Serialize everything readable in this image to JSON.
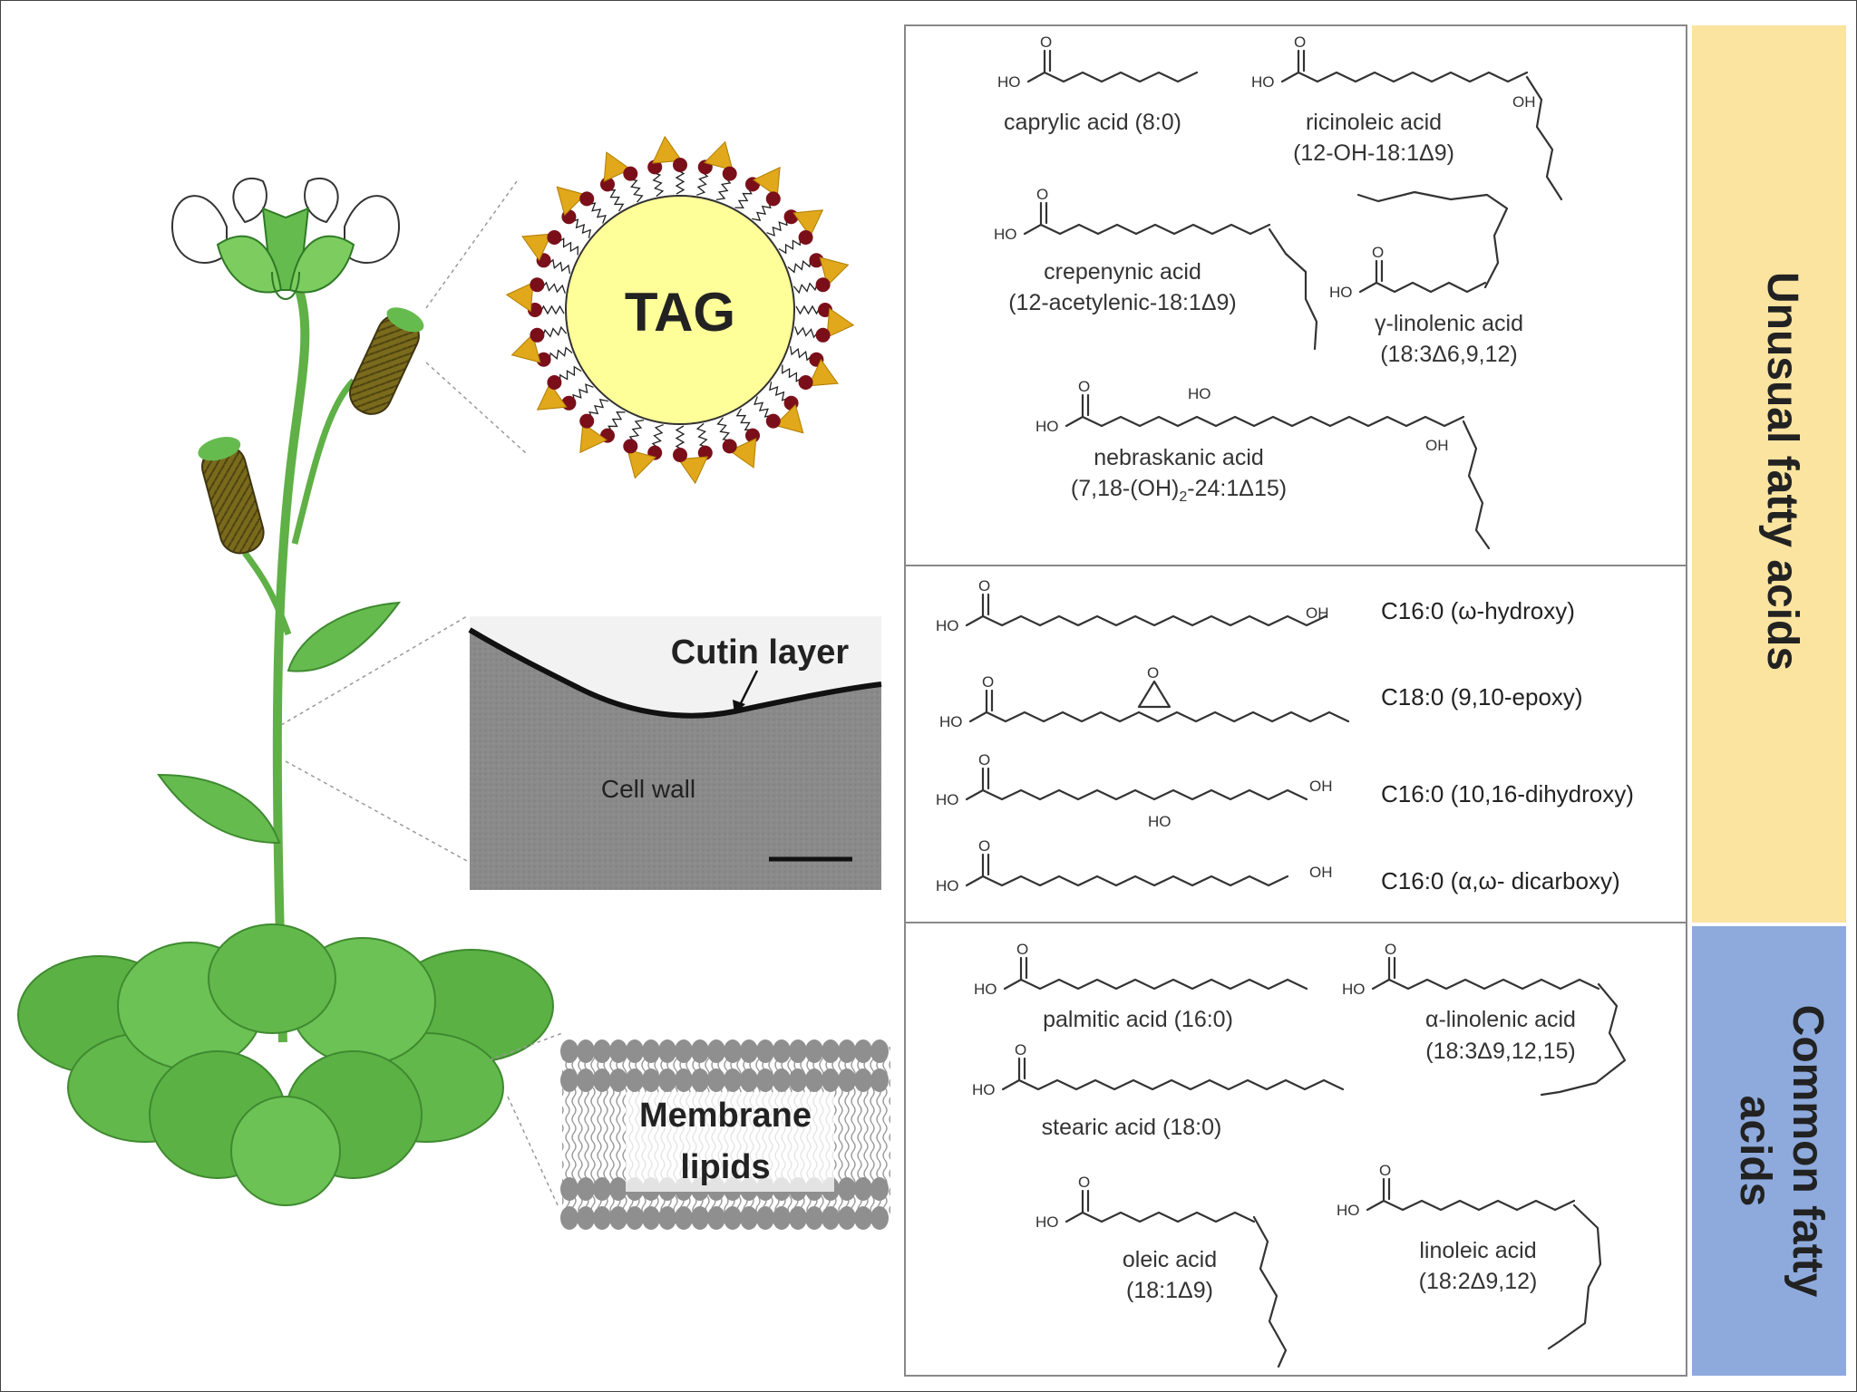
{
  "panels": {
    "tag": {
      "label": "TAG"
    },
    "cutin": {
      "layer_label": "Cutin layer",
      "wall_label": "Cell wall"
    },
    "membrane": {
      "label_line1": "Membrane",
      "label_line2": "lipids"
    }
  },
  "categories": {
    "unusual": {
      "label": "Unusual fatty acids",
      "color": "#fbe3a0"
    },
    "common": {
      "label_line1": "Common fatty",
      "label_line2": "acids",
      "color": "#8eaadc"
    }
  },
  "groups": {
    "oh": "OH",
    "ho": "HO",
    "o": "O"
  },
  "unusual_fatty_acids": [
    {
      "name": "caprylic acid (8:0)",
      "formula": ""
    },
    {
      "name": "ricinoleic acid",
      "formula": "(12-OH-18:1Δ9)"
    },
    {
      "name": "crepenynic acid",
      "formula": "(12-acetylenic-18:1Δ9)"
    },
    {
      "name": "γ-linolenic acid",
      "formula": "(18:3Δ6,9,12)"
    },
    {
      "name": "nebraskanic acid",
      "formula_pre": "(7,18-(OH)",
      "formula_sub": "2",
      "formula_post": "-24:1Δ15)"
    }
  ],
  "cutin_monomers": [
    "C16:0 (ω-hydroxy)",
    "C18:0 (9,10-epoxy)",
    "C16:0 (10,16-dihydroxy)",
    "C16:0 (α,ω- dicarboxy)"
  ],
  "common_fatty_acids": [
    {
      "name": "palmitic acid (16:0)",
      "formula": ""
    },
    {
      "name": "α-linolenic acid",
      "formula": "(18:3Δ9,12,15)"
    },
    {
      "name": "stearic acid (18:0)",
      "formula": ""
    },
    {
      "name": "oleic acid",
      "formula": "(18:1Δ9)"
    },
    {
      "name": "linoleic acid",
      "formula": "(18:2Δ9,12)"
    }
  ]
}
